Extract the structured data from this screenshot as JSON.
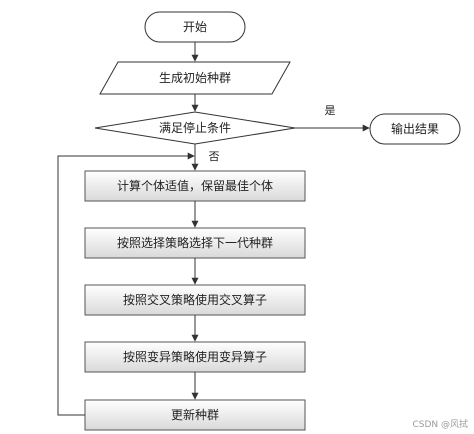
{
  "flowchart": {
    "start": "开始",
    "init": "生成初始种群",
    "decision": "满足停止条件",
    "output": "输出结果",
    "edge_yes": "是",
    "edge_no": "否",
    "steps": [
      "计算个体适值，保留最佳个体",
      "按照选择策略选择下一代种群",
      "按照交叉策略使用交叉算子",
      "按照变异策略使用变异算子",
      "更新种群"
    ]
  },
  "watermark": "CSDN @风拭",
  "colors": {
    "stroke": "#333333",
    "box_fill_top": "#ffffff",
    "box_fill_bottom": "#d9d9d9"
  }
}
